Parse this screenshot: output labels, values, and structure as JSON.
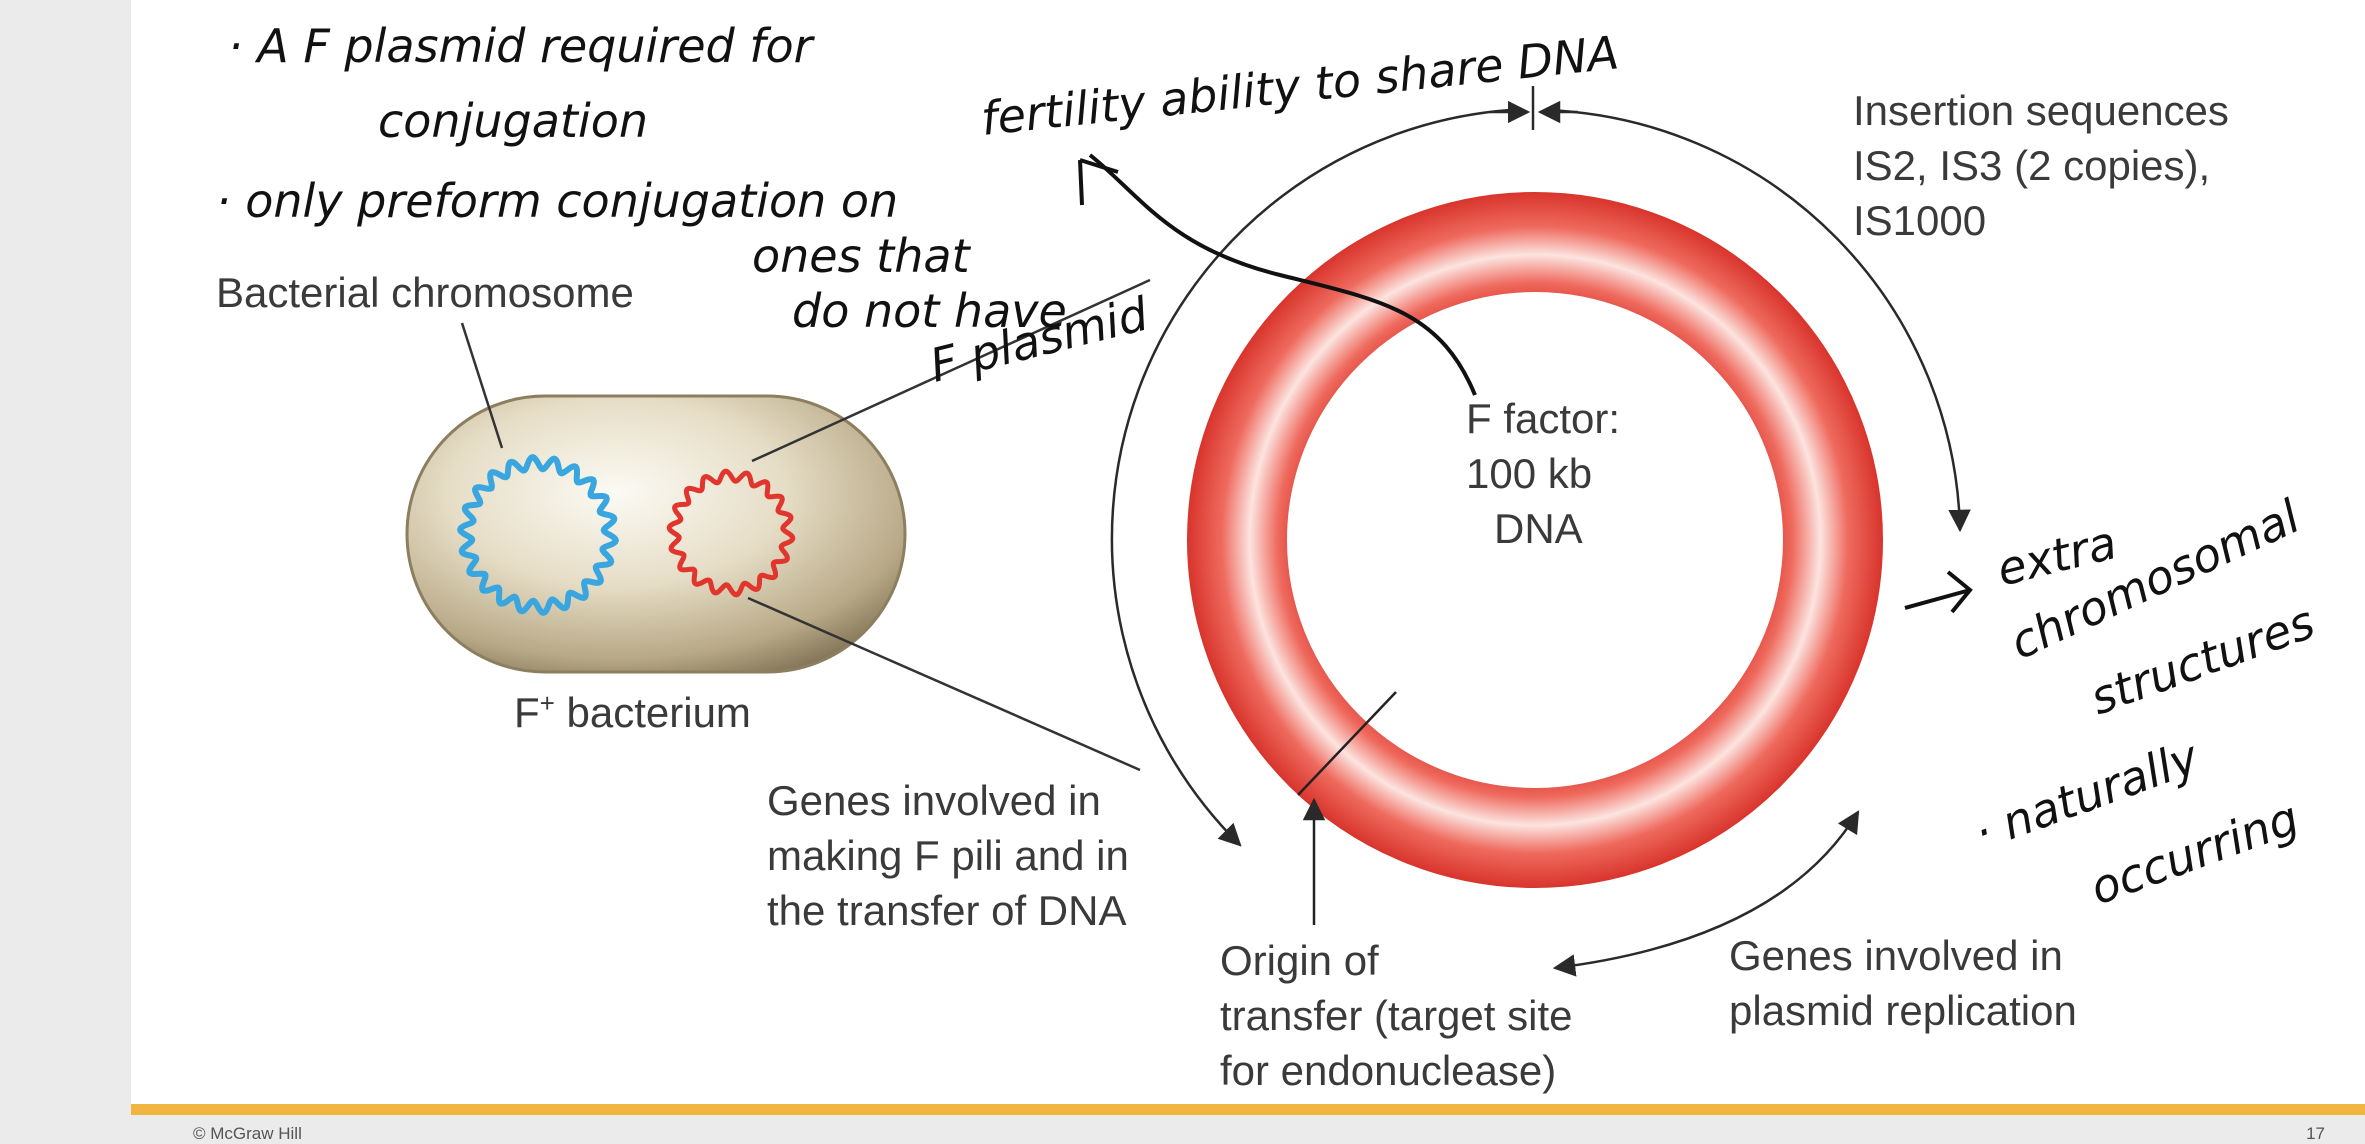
{
  "labels": {
    "bacterial_chromosome": "Bacterial chromosome",
    "f_plus_bacterium_prefix": "F",
    "f_plus_bacterium_sup": "+",
    "f_plus_bacterium_suffix": " bacterium",
    "f_factor": [
      "F factor:",
      "100 kb",
      "DNA"
    ],
    "insertion_sequences": [
      "Insertion sequences",
      "IS2, IS3 (2 copies),",
      "IS1000"
    ],
    "genes_f_pili": [
      "Genes involved in",
      "making F pili and in",
      "the transfer of DNA"
    ],
    "origin_of_transfer": [
      "Origin of",
      "transfer (target site",
      "for endonuclease)"
    ],
    "genes_replication": [
      "Genes involved in",
      "plasmid replication"
    ]
  },
  "handwriting": {
    "note_1": [
      "· A F plasmid required for",
      "conjugation"
    ],
    "note_2": [
      "· only preform conjugation on",
      "ones that",
      "do not have",
      "F plasmid"
    ],
    "fertility": "fertility ability to share DNA",
    "extra": [
      "extra",
      "chromosomal",
      "structures"
    ],
    "naturally": [
      "· naturally",
      "occurring"
    ]
  },
  "footer": {
    "copyright": "© McGraw Hill",
    "page": "17"
  },
  "colors": {
    "plasmid_ring": "#e8453c",
    "chromosome": "#3aa6e0",
    "accent_bar": "#f2b53f"
  }
}
